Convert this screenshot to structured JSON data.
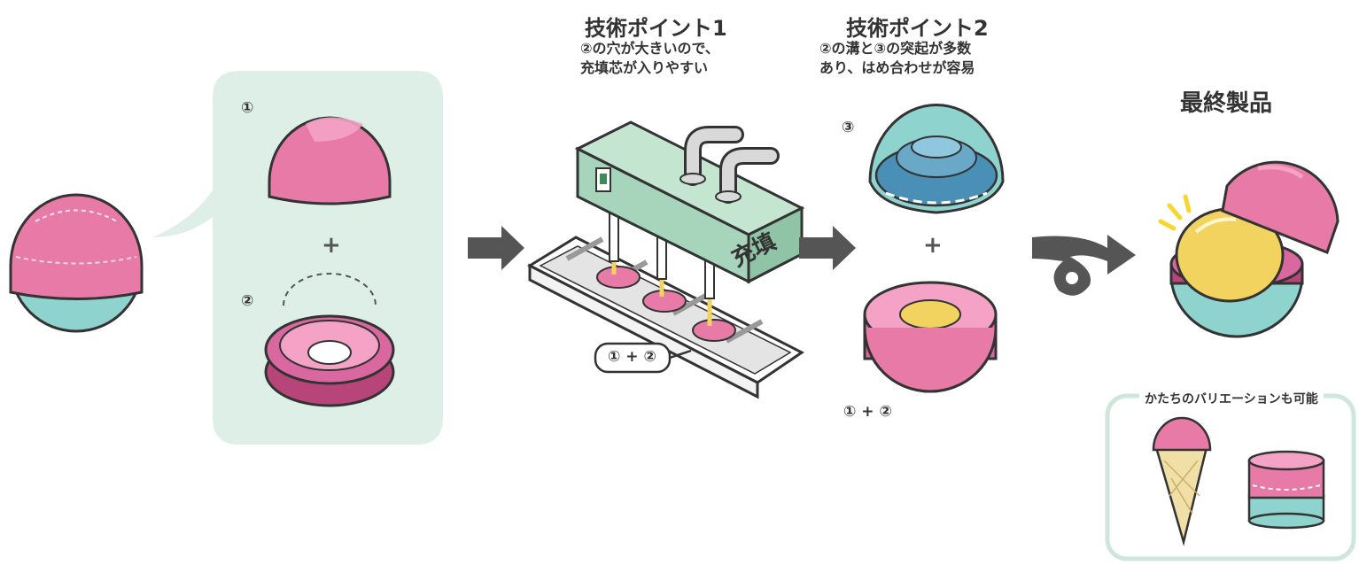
{
  "tech1": {
    "heading": "技術ポイント1",
    "line1": "②の穴が大きいので、",
    "line2": "充填芯が入りやすい"
  },
  "tech2": {
    "heading": "技術ポイント2",
    "line1": "②の溝と③の突起が多数",
    "line2": "あり、はめ合わせが容易"
  },
  "final": {
    "heading": "最終製品"
  },
  "parts": {
    "part1": "①",
    "part2": "②",
    "part3": "③",
    "combo": "① + ②",
    "plus": "+"
  },
  "machine": {
    "label": "充填"
  },
  "variation": {
    "caption": "かたちのバリエーションも可能"
  },
  "colors": {
    "pink": "#e87aa8",
    "pink_light": "#f4a3c6",
    "teal": "#8fd3cf",
    "panel_bg": "#deefe8",
    "machine_green": "#a6d5bb",
    "yellow": "#f2d35f",
    "blue": "#6aa8c8",
    "arrow": "#555555"
  }
}
